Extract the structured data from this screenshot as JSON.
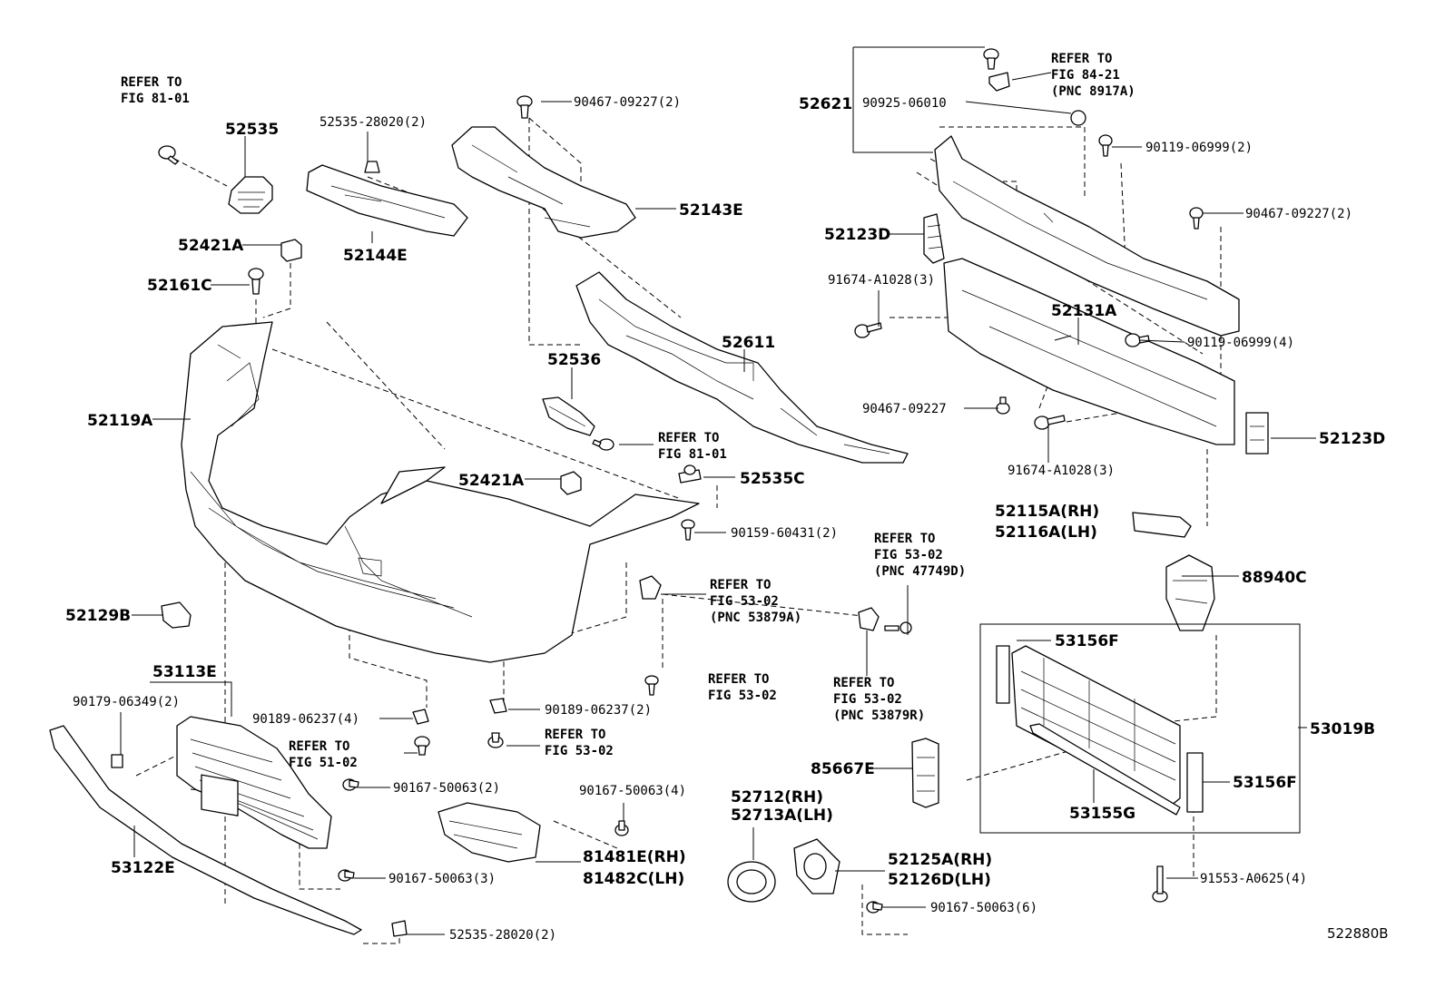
{
  "diagram_code": "522880B",
  "labels": {
    "p52535": "52535",
    "p52535_28020_top": "52535-28020(2)",
    "p90467_09227_top": "90467-09227(2)",
    "p52621": "52621",
    "p90925_06010": "90925-06010",
    "p90119_06999_2": "90119-06999(2)",
    "p90467_09227_right": "90467-09227(2)",
    "p52123D_top": "52123D",
    "p91674_A1028_top": "91674-A1028(3)",
    "p52131A": "52131A",
    "p90119_06999_4": "90119-06999(4)",
    "p90467_09227_mid": "90467-09227",
    "p91674_A1028_bot": "91674-A1028(3)",
    "p52123D_right": "52123D",
    "p52115A": "52115A(RH)",
    "p52116A": "52116A(LH)",
    "p52143E": "52143E",
    "p52144E": "52144E",
    "p52421A_top": "52421A",
    "p52161C": "52161C",
    "p52611": "52611",
    "p52536": "52536",
    "p52119A": "52119A",
    "p52421A_mid": "52421A",
    "p52535C": "52535C",
    "p90159_60431": "90159-60431(2)",
    "p52129B": "52129B",
    "p88940C": "88940C",
    "p53156F_top": "53156F",
    "p53019B": "53019B",
    "p53156F_right": "53156F",
    "p53155G": "53155G",
    "p85667E": "85667E",
    "p53113E": "53113E",
    "p90179_06349": "90179-06349(2)",
    "p90189_06237_4": "90189-06237(4)",
    "p90189_06237_2": "90189-06237(2)",
    "p90167_50063_2": "90167-50063(2)",
    "p90167_50063_4": "90167-50063(4)",
    "p90167_50063_3": "90167-50063(3)",
    "p90167_50063_6": "90167-50063(6)",
    "p81481E": "81481E(RH)",
    "p81482C": "81482C(LH)",
    "p52712": "52712(RH)",
    "p52713A": "52713A(LH)",
    "p52125A": "52125A(RH)",
    "p52126D": "52126D(LH)",
    "p53122E": "53122E",
    "p52535_28020_bot": "52535-28020(2)",
    "p91553_A0625": "91553-A0625(4)"
  },
  "refs": {
    "r1": [
      "REFER TO",
      "FIG 81-01"
    ],
    "r2": [
      "REFER TO",
      "FIG 84-21",
      "(PNC 8917A)"
    ],
    "r3": [
      "REFER TO",
      "FIG 81-01"
    ],
    "r4": [
      "REFER TO",
      "FIG 53-02",
      "(PNC 47749D)"
    ],
    "r5": [
      "REFER TO",
      "FIG 53-02",
      "(PNC 53879A)"
    ],
    "r6": [
      "REFER TO",
      "FIG 53-02"
    ],
    "r7": [
      "REFER TO",
      "FIG 53-02",
      "(PNC 53879R)"
    ],
    "r8": [
      "REFER TO",
      "FIG 51-02"
    ],
    "r9": [
      "REFER TO",
      "FIG 53-02"
    ]
  }
}
